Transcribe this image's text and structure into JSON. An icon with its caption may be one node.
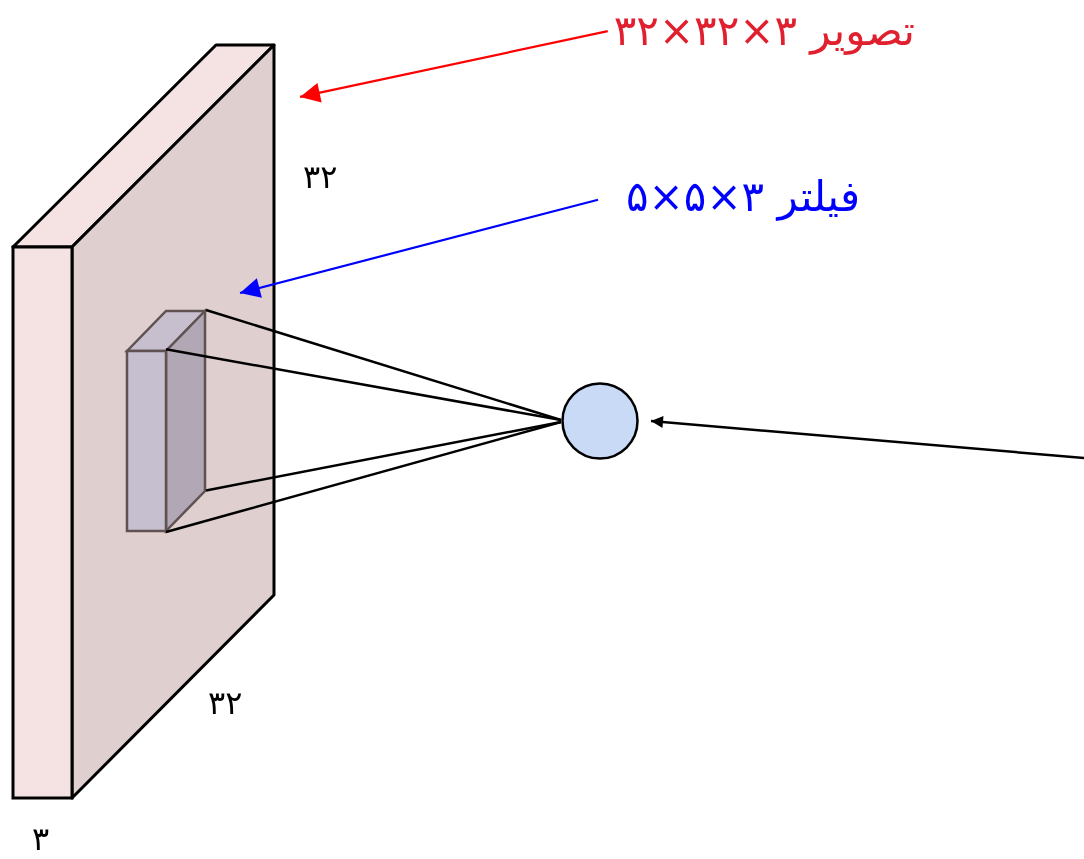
{
  "diagram": {
    "nodes": [
      {
        "text": [],
        "shape": "box"
      },
      {
        "text": [],
        "shape": "box",
        "in": 0
      },
      {
        "text": [],
        "shape": "circle"
      },
      {
        "text": [
          "تصویر ۳×۳۲×۳۲"
        ]
      },
      {
        "text": [
          "فیلتر ۳×۵×۵"
        ]
      }
    ],
    "edges": [
      {
        "from": 3,
        "to": 0,
        "arrow": "to",
        "color": "#ff0000"
      },
      {
        "from": 4,
        "to": 1,
        "arrow": "to",
        "color": "#0000ff"
      },
      {
        "from": 1,
        "to": 2,
        "arrow": "none"
      },
      {
        "from": 1,
        "to": 2,
        "arrow": "none"
      },
      {
        "from": 1,
        "to": 2,
        "arrow": "none"
      },
      {
        "from": 1,
        "to": 2,
        "arrow": "none"
      },
      {
        "from": null,
        "to": 2,
        "arrow": "to"
      }
    ],
    "labels": [
      "۳۲",
      "۳۲",
      "۳"
    ]
  }
}
